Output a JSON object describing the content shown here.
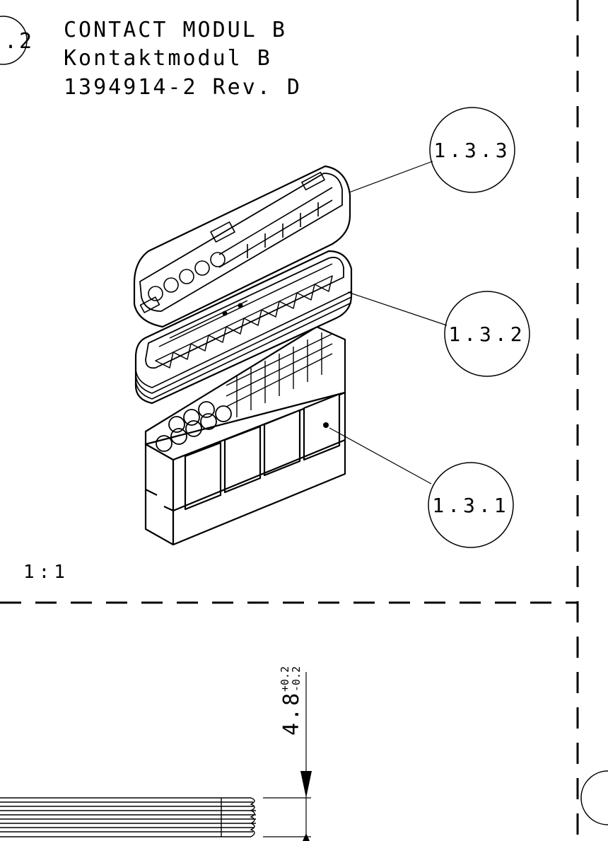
{
  "header": {
    "item_bubble": ".2",
    "title_en": "CONTACT MODUL B",
    "title_de": "Kontaktmodul B",
    "part_number": "1394914-2 Rev. D"
  },
  "balloons": [
    {
      "label": "1.3.3"
    },
    {
      "label": "1.3.2"
    },
    {
      "label": "1.3.1"
    }
  ],
  "scale_label": "1:1",
  "dimension": {
    "nominal": "4.8",
    "tol_plus": "+0.2",
    "tol_minus": "-0.2"
  }
}
